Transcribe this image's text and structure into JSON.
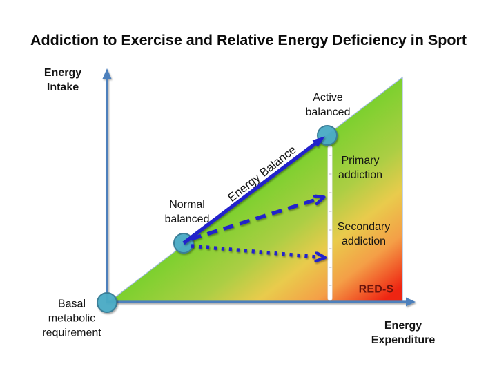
{
  "title": "Addiction to Exercise and Relative Energy Deficiency in Sport",
  "axes": {
    "y_label": "Energy\nIntake",
    "x_label": "Energy\nExpenditure"
  },
  "points": {
    "basal": {
      "label": "Basal\nmetabolic\nrequirement"
    },
    "normal": {
      "label": "Normal\nbalanced"
    },
    "active": {
      "label": "Active\nbalanced"
    }
  },
  "annotations": {
    "energy_balance": "Energy Balance",
    "primary": "Primary\naddiction",
    "secondary": "Secondary\naddiction",
    "reds": "RED-S"
  },
  "colors": {
    "axis_blue": "#4e80bc",
    "arrow_blue": "#2424cb",
    "circle_fill": "#4bacc6",
    "circle_stroke": "#3a7e97",
    "triangle_edge": "#9cb9dc",
    "reds_text": "#6b140c",
    "gradient": {
      "green": "#7cd02e",
      "yellow_green": "#acce44",
      "gold": "#e9cb4c",
      "orange": "#f49f47",
      "red": "#ee2512"
    }
  }
}
